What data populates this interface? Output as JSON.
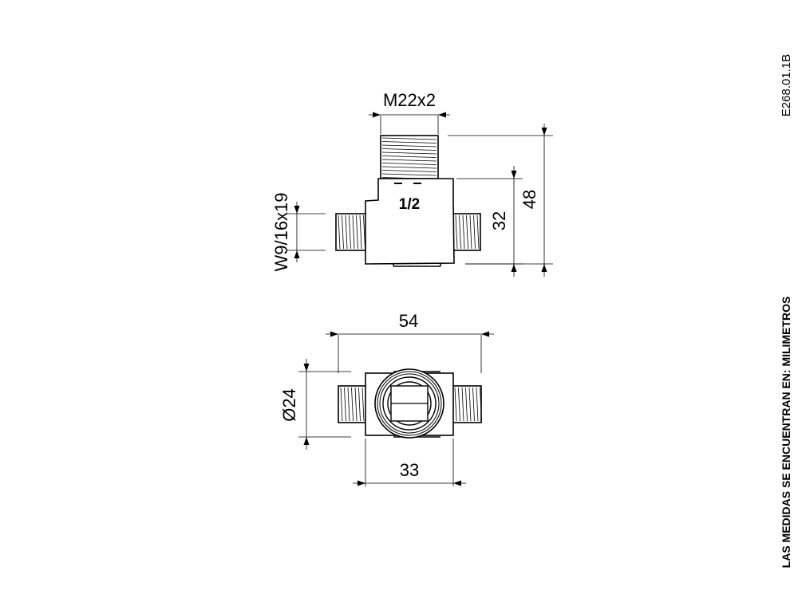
{
  "drawing_code": "E268.01.1B",
  "units_note": "LAS MEDIDAS SE ENCUENTRAN EN: MILIMETROS",
  "front_view": {
    "top_thread_label": "M22x2",
    "body_marking": "1/2",
    "side_thread_label": "W9/16x19",
    "height_small": "32",
    "height_total": "48"
  },
  "bottom_view": {
    "overall_length": "54",
    "diameter": "Ø24",
    "body_width": "33"
  }
}
